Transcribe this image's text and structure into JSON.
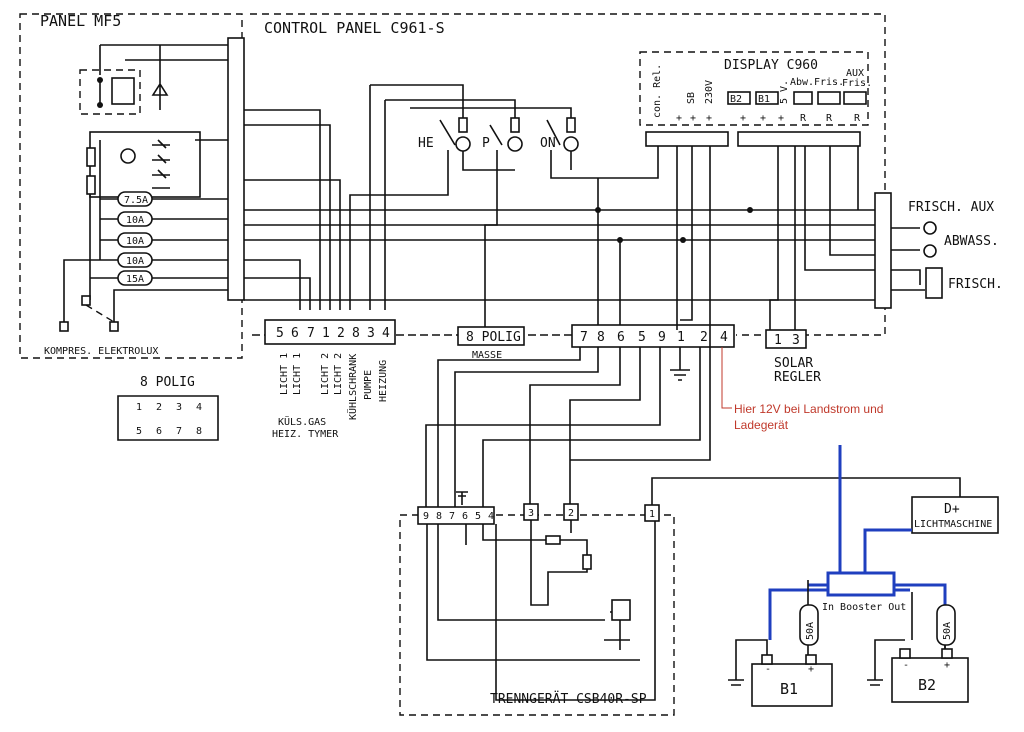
{
  "panel_mf5": {
    "title": "PANEL MF5",
    "fuses": [
      "7.5A",
      "10A",
      "10A",
      "10A",
      "15A"
    ],
    "kompres_label": "KOMPRES. ELEKTROLUX"
  },
  "control_panel": {
    "title": "CONTROL PANEL C961-S",
    "switches": [
      "HE",
      "P",
      "ON"
    ],
    "left_connector_pins": [
      "5",
      "6",
      "7",
      "1",
      "2",
      "8",
      "3",
      "4"
    ],
    "left_connector_labels": [
      "LICHT 1",
      "LICHT 1",
      "LICHT 2",
      "LICHT 2",
      "KÜHLSCHRANK",
      "PUMPE",
      "HEIZUNG"
    ],
    "left_connector_caption": [
      "KÜLS.GAS",
      "HEIZ. TYMER"
    ],
    "masse_connector": "8 POLIG",
    "masse_label": "MASSE",
    "right_connector_pins": [
      "7",
      "8",
      "6",
      "5",
      "9",
      "1",
      "2",
      "4"
    ],
    "solar_pins": [
      "1",
      "3"
    ],
    "solar_label": [
      "SOLAR",
      "REGLER"
    ]
  },
  "display": {
    "title": "DISPLAY C960",
    "top_labels": [
      "con. Rel.",
      "SB",
      "230V"
    ],
    "tank_labels": [
      "Abw.",
      "Fris.",
      "AUX",
      "Fris."
    ],
    "terminals": [
      "+",
      "+",
      "+",
      "+",
      "+",
      "+",
      "R",
      "R",
      "R"
    ],
    "small_labels": [
      "B2",
      "B1",
      "5 V."
    ]
  },
  "tank_sensors": [
    "FRISCH. AUX",
    "ABWASS.",
    "FRISCH."
  ],
  "eight_polig": {
    "title": "8 POLIG",
    "pins_top": [
      "1",
      "2",
      "3",
      "4"
    ],
    "pins_bottom": [
      "5",
      "6",
      "7",
      "8"
    ]
  },
  "annotation": {
    "line1": "Hier 12V bei Landstrom und",
    "line2": "Ladegerät"
  },
  "trenngeraet": {
    "title": "TRENNGERÄT CSB40R-SP",
    "pins": [
      "9",
      "8",
      "7",
      "6",
      "5",
      "4"
    ],
    "singles": [
      "3",
      "2",
      "1"
    ]
  },
  "dplus": {
    "label": "D+",
    "sub": "LICHTMASCHINE"
  },
  "booster": {
    "label": "In Booster Out"
  },
  "batteries": [
    {
      "name": "B1",
      "fuse": "50A",
      "minus": "-",
      "plus": "+"
    },
    {
      "name": "B2",
      "fuse": "50A",
      "minus": "-",
      "plus": "+"
    }
  ],
  "colors": {
    "wire": "#111111",
    "booster_wire": "#1f3fbf",
    "annotation": "#c0392b"
  }
}
